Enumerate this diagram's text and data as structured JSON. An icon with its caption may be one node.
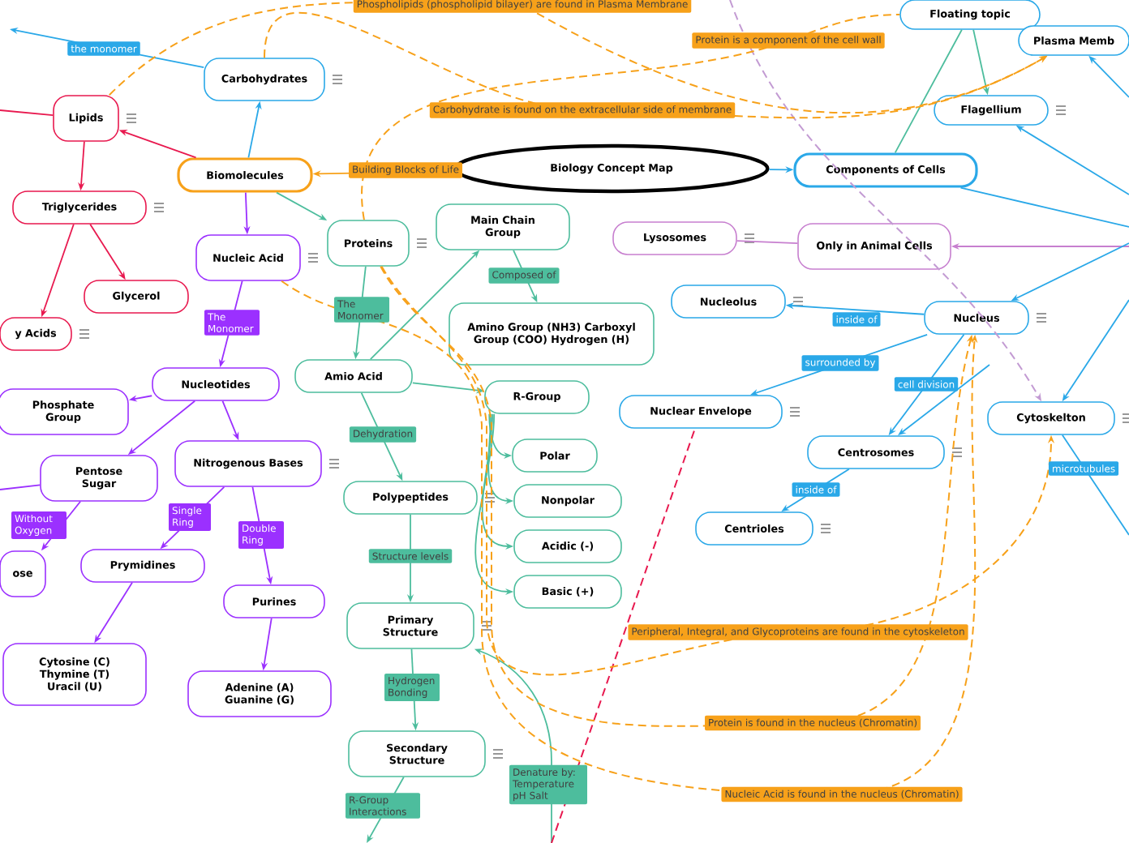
{
  "diagram": {
    "nodes": [
      {
        "text": [
          "Biology Concept Map"
        ]
      },
      {
        "text": [
          "Biomolecules"
        ]
      },
      {
        "text": [
          "Carbohydrates"
        ]
      },
      {
        "text": [
          "Lipids"
        ]
      },
      {
        "text": [
          "Triglycerides"
        ]
      },
      {
        "text": [
          "y Acids"
        ]
      },
      {
        "text": [
          "Glycerol"
        ]
      },
      {
        "text": [
          "Nucleic Acid"
        ]
      },
      {
        "text": [
          "Proteins"
        ]
      },
      {
        "text": [
          "Main Chain Group"
        ]
      },
      {
        "text": [
          "Amino Group (NH3) Carboxyl Group (COO) Hydrogen (H)"
        ]
      },
      {
        "text": [
          "Amio Acid"
        ]
      },
      {
        "text": [
          "R-Group"
        ]
      },
      {
        "text": [
          "Polar"
        ]
      },
      {
        "text": [
          "Nonpolar"
        ]
      },
      {
        "text": [
          "Acidic (-)"
        ]
      },
      {
        "text": [
          "Basic (+)"
        ]
      },
      {
        "text": [
          "Nucleotides"
        ]
      },
      {
        "text": [
          "Phosphate Group"
        ]
      },
      {
        "text": [
          "Pentose Sugar"
        ]
      },
      {
        "text": [
          "Nitrogenous Bases"
        ]
      },
      {
        "text": [
          "ose"
        ]
      },
      {
        "text": [
          "Prymidines"
        ]
      },
      {
        "text": [
          "Purines"
        ]
      },
      {
        "text": [
          "Cytosine (C) Thymine (T) Uracil (U)"
        ]
      },
      {
        "text": [
          "Adenine (A) Guanine (G)"
        ]
      },
      {
        "text": [
          "Polypeptides"
        ]
      },
      {
        "text": [
          "Primary Structure"
        ]
      },
      {
        "text": [
          "Secondary Structure"
        ]
      },
      {
        "text": [
          "Components of Cells"
        ]
      },
      {
        "text": [
          "Floating topic"
        ]
      },
      {
        "text": [
          "Plasma Memb"
        ]
      },
      {
        "text": [
          "Flagellium"
        ]
      },
      {
        "text": [
          "Lysosomes"
        ]
      },
      {
        "text": [
          "Only in Animal Cells"
        ]
      },
      {
        "text": [
          "Nucleolus"
        ]
      },
      {
        "text": [
          "Nucleus"
        ]
      },
      {
        "text": [
          "Nuclear Envelope"
        ]
      },
      {
        "text": [
          "Centrosomes"
        ]
      },
      {
        "text": [
          "Centrioles"
        ]
      },
      {
        "text": [
          "Cytoskelton"
        ]
      }
    ],
    "edges": [
      {
        "from": 0,
        "to": 29,
        "arrow": "to",
        "color": "#2aa8e8"
      },
      {
        "from": 0,
        "to": 1,
        "arrow": "to",
        "label": "Building Blocks of Life",
        "color": "#f7a11a"
      },
      {
        "from": 1,
        "to": 2,
        "arrow": "to",
        "color": "#2aa8e8"
      },
      {
        "from": 1,
        "to": 3,
        "arrow": "to",
        "color": "#e8194f"
      },
      {
        "from": 1,
        "to": 7,
        "arrow": "to",
        "color": "#9b30ff"
      },
      {
        "from": 1,
        "to": 8,
        "arrow": "to",
        "color": "#4dbd9d"
      },
      {
        "from": 2,
        "to": null,
        "arrow": "to",
        "label": "the monomer",
        "color": "#2aa8e8"
      },
      {
        "from": 3,
        "to": null,
        "arrow": "none",
        "color": "#e8194f"
      },
      {
        "from": 3,
        "to": 4,
        "arrow": "to",
        "color": "#e8194f"
      },
      {
        "from": 4,
        "to": 5,
        "arrow": "to",
        "color": "#e8194f"
      },
      {
        "from": 4,
        "to": 6,
        "arrow": "to",
        "color": "#e8194f"
      },
      {
        "from": 7,
        "to": 17,
        "arrow": "to",
        "label": "The Monomer",
        "color": "#9b30ff"
      },
      {
        "from": 17,
        "to": 18,
        "arrow": "to",
        "color": "#9b30ff"
      },
      {
        "from": 17,
        "to": 19,
        "arrow": "to",
        "color": "#9b30ff"
      },
      {
        "from": 17,
        "to": 20,
        "arrow": "to",
        "color": "#9b30ff"
      },
      {
        "from": 19,
        "to": 21,
        "arrow": "to",
        "label": "Without Oxygen",
        "color": "#9b30ff"
      },
      {
        "from": 19,
        "to": null,
        "arrow": "none",
        "color": "#9b30ff"
      },
      {
        "from": 20,
        "to": 22,
        "arrow": "to",
        "label": "Single Ring",
        "color": "#9b30ff"
      },
      {
        "from": 20,
        "to": 23,
        "arrow": "to",
        "label": "Double Ring",
        "color": "#9b30ff"
      },
      {
        "from": 22,
        "to": 24,
        "arrow": "to",
        "color": "#9b30ff"
      },
      {
        "from": 23,
        "to": 25,
        "arrow": "to",
        "color": "#9b30ff"
      },
      {
        "from": 8,
        "to": 11,
        "arrow": "to",
        "label": "The Monomer",
        "color": "#4dbd9d"
      },
      {
        "from": 11,
        "to": 9,
        "arrow": "to",
        "color": "#4dbd9d"
      },
      {
        "from": 9,
        "to": 10,
        "arrow": "to",
        "label": "Composed of",
        "color": "#4dbd9d"
      },
      {
        "from": 11,
        "to": 12,
        "arrow": "to",
        "color": "#4dbd9d"
      },
      {
        "from": 12,
        "to": 13,
        "arrow": "to",
        "color": "#4dbd9d"
      },
      {
        "from": 12,
        "to": 14,
        "arrow": "to",
        "color": "#4dbd9d"
      },
      {
        "from": 12,
        "to": 15,
        "arrow": "to",
        "color": "#4dbd9d"
      },
      {
        "from": 12,
        "to": 16,
        "arrow": "to",
        "color": "#4dbd9d"
      },
      {
        "from": 11,
        "to": 26,
        "arrow": "to",
        "label": "Dehydration",
        "color": "#4dbd9d"
      },
      {
        "from": 26,
        "to": 27,
        "arrow": "to",
        "label": "Structure levels",
        "color": "#4dbd9d"
      },
      {
        "from": 27,
        "to": 28,
        "arrow": "to",
        "label": "Hydrogen Bonding",
        "color": "#4dbd9d"
      },
      {
        "from": 28,
        "to": null,
        "arrow": "to",
        "label": "R-Group Interactions",
        "color": "#4dbd9d"
      },
      {
        "from": null,
        "to": 27,
        "arrow": "to",
        "label": "Denature by: Temperature pH Salt",
        "color": "#4dbd9d"
      },
      {
        "from": 29,
        "to": 30,
        "arrow": "none",
        "color": "#4dbd9d"
      },
      {
        "from": 30,
        "to": 32,
        "arrow": "to",
        "color": "#4dbd9d"
      },
      {
        "from": 29,
        "to": null,
        "arrow": "none",
        "color": "#2aa8e8"
      },
      {
        "from": null,
        "to": 32,
        "arrow": "to",
        "color": "#2aa8e8"
      },
      {
        "from": null,
        "to": 31,
        "arrow": "to",
        "color": "#2aa8e8"
      },
      {
        "from": null,
        "to": 34,
        "arrow": "to",
        "color": "#c77fcf"
      },
      {
        "from": 33,
        "to": 34,
        "arrow": "none",
        "color": "#c77fcf"
      },
      {
        "from": null,
        "to": 36,
        "arrow": "to",
        "color": "#2aa8e8"
      },
      {
        "from": 36,
        "to": 35,
        "arrow": "to",
        "label": "inside of",
        "color": "#2aa8e8"
      },
      {
        "from": 36,
        "to": 37,
        "arrow": "to",
        "label": "surrounded by",
        "color": "#2aa8e8"
      },
      {
        "from": 36,
        "to": 38,
        "arrow": "to",
        "label": "cell division",
        "color": "#2aa8e8"
      },
      {
        "from": 38,
        "to": 39,
        "arrow": "to",
        "label": "inside of",
        "color": "#2aa8e8"
      },
      {
        "from": null,
        "to": 38,
        "arrow": "to",
        "color": "#2aa8e8"
      },
      {
        "from": null,
        "to": 40,
        "arrow": "to",
        "color": "#2aa8e8"
      },
      {
        "from": 40,
        "to": null,
        "arrow": "none",
        "label": "microtubules",
        "color": "#2aa8e8"
      },
      {
        "from": null,
        "to": 40,
        "arrow": "to",
        "style": "dashed",
        "color": "#c39bd3"
      },
      {
        "from": null,
        "to": 37,
        "arrow": "none",
        "style": "dashed",
        "color": "#e8194f"
      },
      {
        "from": 3,
        "to": 31,
        "arrow": "to",
        "style": "dashed",
        "label": "Phospholipids (phospholipid bilayer) are found in Plasma Membrane",
        "color": "#f7a11a"
      },
      {
        "from": 8,
        "to": 30,
        "arrow": "none",
        "style": "dashed",
        "label": "Protein is a component of the cell wall",
        "color": "#f7a11a"
      },
      {
        "from": 2,
        "to": 31,
        "arrow": "to",
        "style": "dashed",
        "label": "Carbohydrate is found on the extracellular side of membrane",
        "color": "#f7a11a"
      },
      {
        "from": 8,
        "to": 40,
        "arrow": "to",
        "style": "dashed",
        "label": "Peripheral, Integral, and Glycoproteins are found in the cytoskeleton",
        "color": "#f7a11a"
      },
      {
        "from": 8,
        "to": 36,
        "arrow": "to",
        "style": "dashed",
        "label": "Protein is found in the nucleus (Chromatin)",
        "color": "#f7a11a"
      },
      {
        "from": 7,
        "to": 36,
        "arrow": "to",
        "style": "dashed",
        "label": "Nucleic Acid is found in the nucleus (Chromatin)",
        "color": "#f7a11a"
      }
    ]
  }
}
